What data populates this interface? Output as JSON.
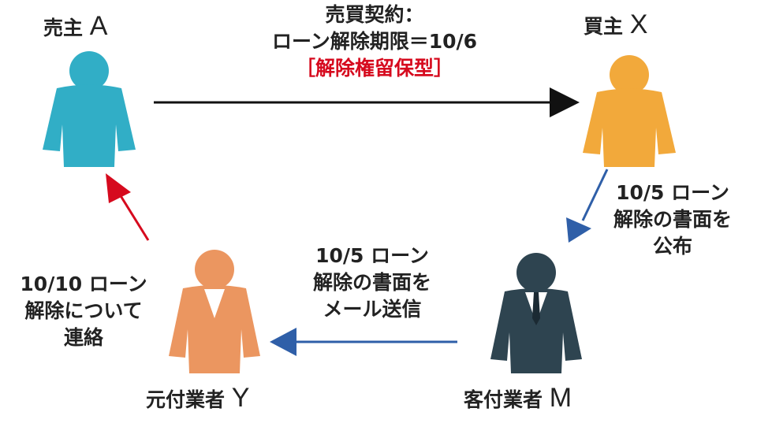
{
  "people": {
    "seller": {
      "role": "売主",
      "letter": "A",
      "color": "#31aec6"
    },
    "buyer": {
      "role": "買主",
      "letter": "X",
      "color": "#f2a93b"
    },
    "origin_agent": {
      "role": "元付業者",
      "letter": "Y",
      "color": "#eb9660"
    },
    "client_agent": {
      "role": "客付業者",
      "letter": "M",
      "color": "#2e4450"
    }
  },
  "contract": {
    "line1": "売買契約：",
    "line2": "ローン解除期限＝10/6",
    "line3": "［解除権留保型］",
    "arrow_color": "#111111",
    "highlight_color": "#d60a1e"
  },
  "step1": {
    "line1": "10/5 ローン",
    "line2": "解除の書面を",
    "line3": "公布",
    "arrow_color": "#2f5fa8"
  },
  "step2": {
    "line1": "10/5 ローン",
    "line2": "解除の書面を",
    "line3": "メール送信",
    "arrow_color": "#2f5fa8"
  },
  "step3": {
    "line1": "10/10 ローン",
    "line2": "解除について",
    "line3": "連絡",
    "arrow_color": "#d60a1e"
  }
}
